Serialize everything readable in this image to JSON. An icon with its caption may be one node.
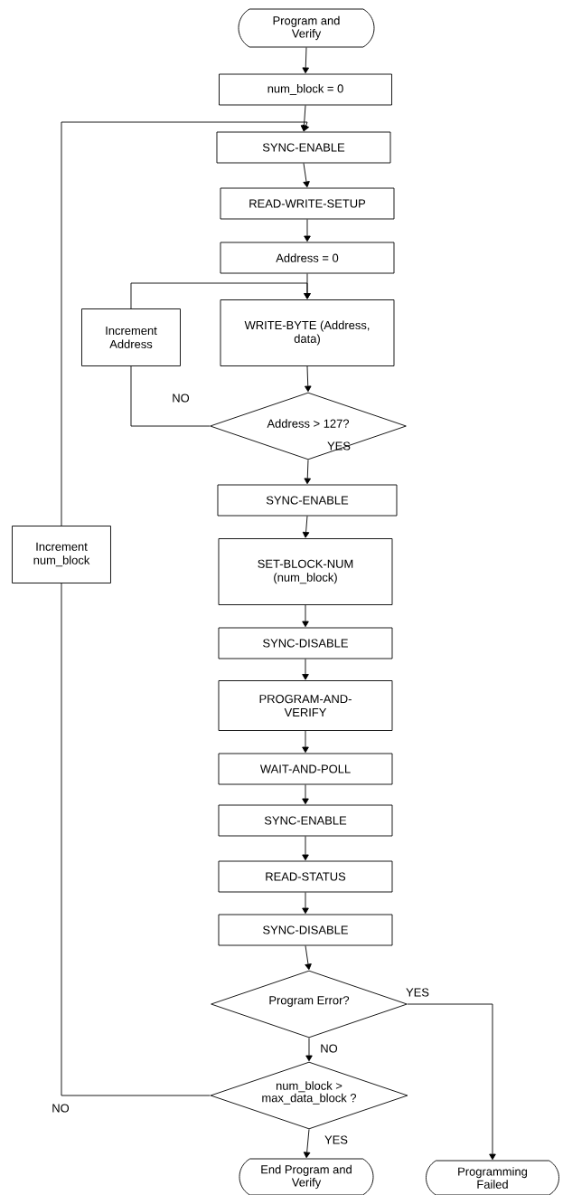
{
  "diagram": {
    "nodes": [
      {
        "text": [
          "Program and Verify"
        ]
      },
      {
        "text": [
          "num_block = 0"
        ]
      },
      {
        "text": [
          "SYNC-ENABLE"
        ]
      },
      {
        "text": [
          "READ-WRITE-SETUP"
        ]
      },
      {
        "text": [
          "Address = 0"
        ]
      },
      {
        "text": [
          "Increment Address"
        ]
      },
      {
        "text": [
          "WRITE-BYTE (Address, data)"
        ]
      },
      {
        "text": [
          "Address > 127?"
        ]
      },
      {
        "text": [
          "SYNC-ENABLE"
        ]
      },
      {
        "text": [
          "SET-BLOCK-NUM (num_block)"
        ]
      },
      {
        "text": [
          "SYNC-DISABLE"
        ]
      },
      {
        "text": [
          "PROGRAM-AND-VERIFY"
        ]
      },
      {
        "text": [
          "WAIT-AND-POLL"
        ]
      },
      {
        "text": [
          "SYNC-ENABLE"
        ]
      },
      {
        "text": [
          "READ-STATUS"
        ]
      },
      {
        "text": [
          "SYNC-DISABLE"
        ]
      },
      {
        "text": [
          "Program Error?"
        ]
      },
      {
        "text": [
          "num_block > max_data_block ?"
        ]
      },
      {
        "text": [
          "End Program and Verify"
        ]
      },
      {
        "text": [
          "Programming Failed"
        ]
      },
      {
        "text": [
          "Increment num_block"
        ]
      }
    ],
    "edges": [
      {
        "from": 0,
        "to": 1,
        "arrow": "to"
      },
      {
        "from": 1,
        "to": 2,
        "arrow": "to"
      },
      {
        "from": 2,
        "to": 3,
        "arrow": "to"
      },
      {
        "from": 3,
        "to": 4,
        "arrow": "to"
      },
      {
        "from": 4,
        "to": 6,
        "arrow": "to"
      },
      {
        "from": 6,
        "to": 7,
        "arrow": "to"
      },
      {
        "from": 7,
        "to": 5,
        "arrow": "none",
        "label": "NO"
      },
      {
        "from": 5,
        "to": 6,
        "arrow": "to"
      },
      {
        "from": 7,
        "to": 8,
        "arrow": "to",
        "label": "YES"
      },
      {
        "from": 8,
        "to": 9,
        "arrow": "to"
      },
      {
        "from": 9,
        "to": 10,
        "arrow": "to"
      },
      {
        "from": 10,
        "to": 11,
        "arrow": "to"
      },
      {
        "from": 11,
        "to": 12,
        "arrow": "to"
      },
      {
        "from": 12,
        "to": 13,
        "arrow": "to"
      },
      {
        "from": 13,
        "to": 14,
        "arrow": "to"
      },
      {
        "from": 14,
        "to": 15,
        "arrow": "to"
      },
      {
        "from": 15,
        "to": 16,
        "arrow": "to"
      },
      {
        "from": 16,
        "to": 19,
        "arrow": "to",
        "label": "YES"
      },
      {
        "from": 16,
        "to": 17,
        "arrow": "to",
        "label": "NO"
      },
      {
        "from": 17,
        "to": 20,
        "arrow": "none",
        "label": "NO"
      },
      {
        "from": 20,
        "to": 2,
        "arrow": "to"
      },
      {
        "from": 17,
        "to": 18,
        "arrow": "to",
        "label": "YES"
      }
    ]
  }
}
